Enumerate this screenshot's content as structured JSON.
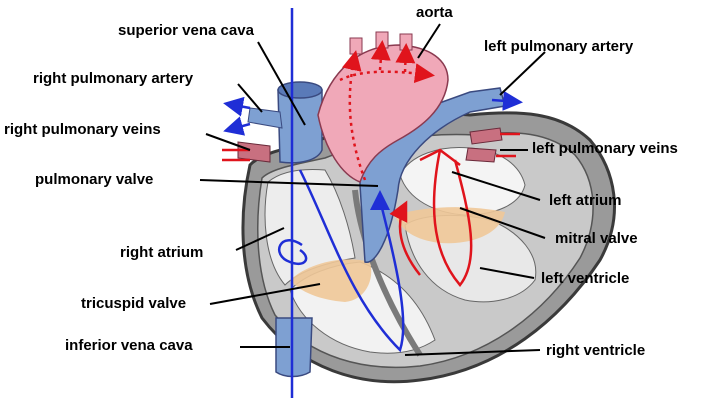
{
  "labels": {
    "superior_vena_cava": "superior vena cava",
    "aorta": "aorta",
    "left_pulmonary_artery": "left pulmonary artery",
    "right_pulmonary_artery": "right pulmonary artery",
    "right_pulmonary_veins": "right pulmonary veins",
    "left_pulmonary_veins": "left pulmonary veins",
    "pulmonary_valve": "pulmonary valve",
    "left_atrium": "left atrium",
    "mitral_valve": "mitral valve",
    "right_atrium": "right atrium",
    "left_ventricle": "left ventricle",
    "tricuspid_valve": "tricuspid valve",
    "inferior_vena_cava": "inferior vena cava",
    "right_ventricle": "right ventricle"
  },
  "colors": {
    "deoxygenated_flow": "#1f2ed6",
    "oxygenated_flow": "#e0141c",
    "vessel_blue": "#7ea0d2",
    "vessel_pink": "#f0a8b8",
    "valve_orange": "#f0c898",
    "muscle_gray": "#bdbdbd",
    "muscle_dark": "#4a4a4a"
  },
  "icons": {
    "heart": "heart-illustration",
    "flow_arrows": "arrow-icon"
  }
}
